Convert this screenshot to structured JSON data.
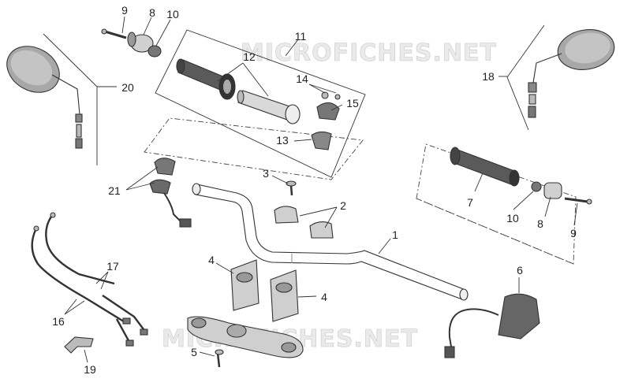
{
  "watermark": [
    "MICROFICHES.NET",
    "MICROFICHES.NET"
  ],
  "callouts": {
    "c1": "1",
    "c2": "2",
    "c3": "3",
    "c4a": "4",
    "c4b": "4",
    "c5": "5",
    "c6": "6",
    "c7": "7",
    "c8a": "8",
    "c8b": "8",
    "c9a": "9",
    "c9b": "9",
    "c10a": "10",
    "c10b": "10",
    "c11": "11",
    "c12": "12",
    "c13": "13",
    "c14": "14",
    "c15": "15",
    "c16": "16",
    "c17": "17",
    "c18": "18",
    "c19": "19",
    "c20": "20",
    "c21": "21"
  },
  "colors": {
    "line": "#333333",
    "part_fill": "#bdbdbd",
    "dark_part": "#6e6e6e",
    "mirror": "#a8a8a8"
  }
}
